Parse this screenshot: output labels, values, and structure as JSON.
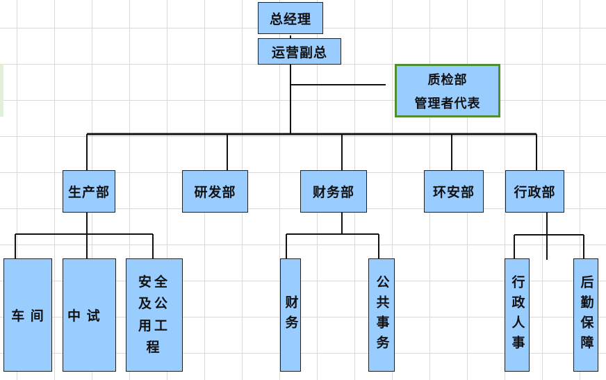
{
  "org": {
    "general_manager": "总经理",
    "vp_operations": "运营副总",
    "qc_line1": "质检部",
    "qc_line2": "管理者代表",
    "dept_production": "生产部",
    "dept_rnd": "研发部",
    "dept_finance": "财务部",
    "dept_env_safety": "环安部",
    "dept_admin": "行政部",
    "unit_workshop": "车 间",
    "unit_trial": "中 试",
    "unit_safety_utilities": "安全及公用工程",
    "unit_finance": "财务",
    "unit_public_affairs": "公共事务",
    "unit_admin_personnel": "行政人事",
    "unit_logistics": "后勤保障"
  },
  "colors": {
    "box_fill": "#99ccff",
    "box_border": "#1f1f1f",
    "qc_border": "#4f8f2f",
    "line": "#111111",
    "grid": "#d9d9d9"
  }
}
